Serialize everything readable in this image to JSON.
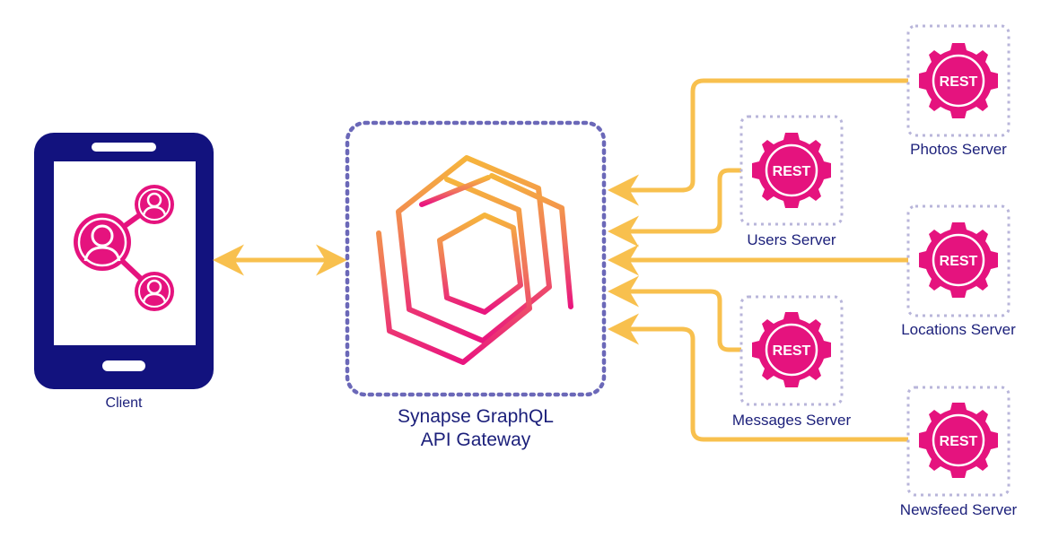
{
  "diagram": {
    "client_label": "Client",
    "gateway_label_line1": "Synapse GraphQL",
    "gateway_label_line2": "API Gateway",
    "rest_badge": "REST",
    "servers": [
      {
        "name": "Photos Server"
      },
      {
        "name": "Users Server"
      },
      {
        "name": "Locations Server"
      },
      {
        "name": "Messages Server"
      },
      {
        "name": "Newsfeed Server"
      }
    ]
  },
  "colors": {
    "navy": "#12127e",
    "magenta": "#e5137e",
    "connector": "#f8c04e",
    "dotted_border": "#6b68b8",
    "server_box_border": "#b8b5da",
    "label_text": "#1b1f7a",
    "logo_gradient_top": "#f6b53c",
    "logo_gradient_bottom": "#e9157f"
  },
  "icons": {
    "client": "smartphone-icon",
    "share_users": "user-share-icon",
    "gateway": "hexagon-logo-icon",
    "server": "gear-rest-icon"
  }
}
